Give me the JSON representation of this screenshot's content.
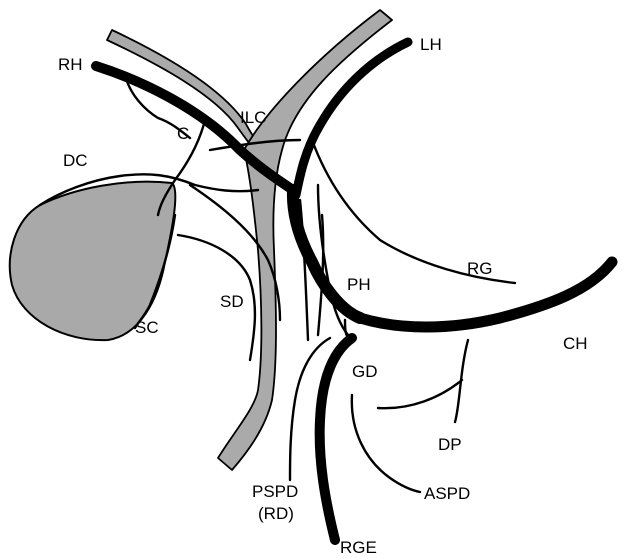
{
  "labels": {
    "rh": "RH",
    "ilc": "ILC",
    "lh": "LH",
    "c": "C",
    "dc": "DC",
    "sc": "SC",
    "sd": "SD",
    "ph": "PH",
    "rg": "RG",
    "ch": "CH",
    "gd": "GD",
    "dp": "DP",
    "aspd": "ASPD",
    "pspd": "PSPD",
    "rd": "(RD)",
    "rge": "RGE"
  },
  "colors": {
    "stroke": "#000000",
    "duct_fill": "#aaaaaa",
    "gallbladder_fill": "#a9a9a9"
  }
}
